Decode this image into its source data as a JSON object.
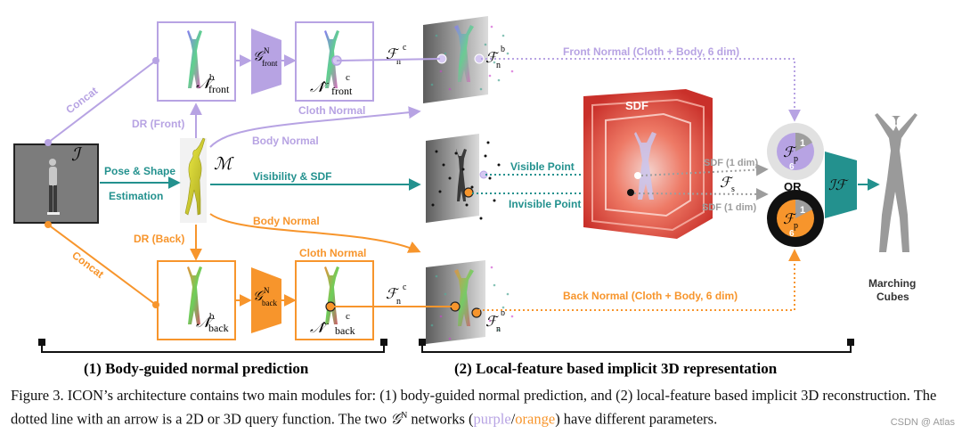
{
  "figure": {
    "symbols": {
      "I": "ℐ",
      "M": "ℳ",
      "N_front": "𝒩",
      "N_front_sup": "b",
      "N_front_sub": "front",
      "G_front": "𝒢",
      "G_front_sup": "N",
      "G_front_sub": "front",
      "Nhat_front": "𝒩̂",
      "Nhat_front_sup": "c",
      "Nhat_front_sub": "front",
      "N_back": "𝒩",
      "N_back_sup": "b",
      "N_back_sub": "back",
      "G_back": "𝒢",
      "G_back_sup": "N",
      "G_back_sub": "back",
      "Nhat_back": "𝒩̂",
      "Nhat_back_sup": "c",
      "Nhat_back_sub": "back",
      "Fnc_top": "ℱ",
      "Fnc_top_sub": "n",
      "Fnc_top_sup": "c",
      "Fnb_top": "ℱ",
      "Fnb_top_sub": "n",
      "Fnb_top_sup": "b",
      "Fnc_bot": "ℱ",
      "Fnc_bot_sub": "n",
      "Fnc_bot_sup": "c",
      "Fnb_bot": "ℱ",
      "Fnb_bot_sub": "n",
      "Fnb_bot_sup": "b",
      "Fs": "ℱ",
      "Fs_sub": "s",
      "Fp_top": "ℱ",
      "Fp_top_sub": "p",
      "Fp_bot": "ℱ",
      "Fp_bot_sub": "p",
      "IF": "ℐℱ",
      "one_top": "1",
      "six_top": "6",
      "one_bot": "1",
      "six_bot": "6"
    },
    "labels": {
      "concat_top": "Concat",
      "concat_bottom": "Concat",
      "dr_front": "DR (Front)",
      "dr_back": "DR (Back)",
      "pose_shape": "Pose & Shape",
      "estimation": "Estimation",
      "body_normal_top": "Body Normal",
      "body_normal_bottom": "Body Normal",
      "visibility_sdf": "Visibility & SDF",
      "cloth_normal_top": "Cloth Normal",
      "cloth_normal_bottom": "Cloth Normal",
      "front_normal": "Front Normal (Cloth + Body, 6 dim)",
      "back_normal": "Back Normal (Cloth + Body, 6 dim)",
      "visible_point": "Visible Point",
      "invisible_point": "Invisible Point",
      "sdf": "SDF",
      "sdf_1dim_top": "SDF (1 dim)",
      "sdf_1dim_bottom": "SDF (1 dim)",
      "or": "OR",
      "marching": "Marching",
      "cubes": "Cubes",
      "module1": "(1) Body-guided normal prediction",
      "module2": "(2) Local-feature based implicit 3D representation"
    },
    "colors": {
      "purple": "#b7a3e3",
      "orange": "#f7952c",
      "teal": "#23918e",
      "gray": "#9d9d9d"
    }
  },
  "caption": {
    "part1": "Figure 3. ICON’s architecture contains two main modules for: (1) body-guided normal prediction, and (2) local-feature based implicit 3D reconstruction. The dotted line with an arrow is a 2D or 3D query function. The two ",
    "g_symbol": "𝒢",
    "g_sup": "N",
    "part2": " networks (",
    "purple_word": "purple",
    "slash": "/",
    "orange_word": "orange",
    "part3": ") have different parameters."
  },
  "watermark": "CSDN @ Atlas"
}
